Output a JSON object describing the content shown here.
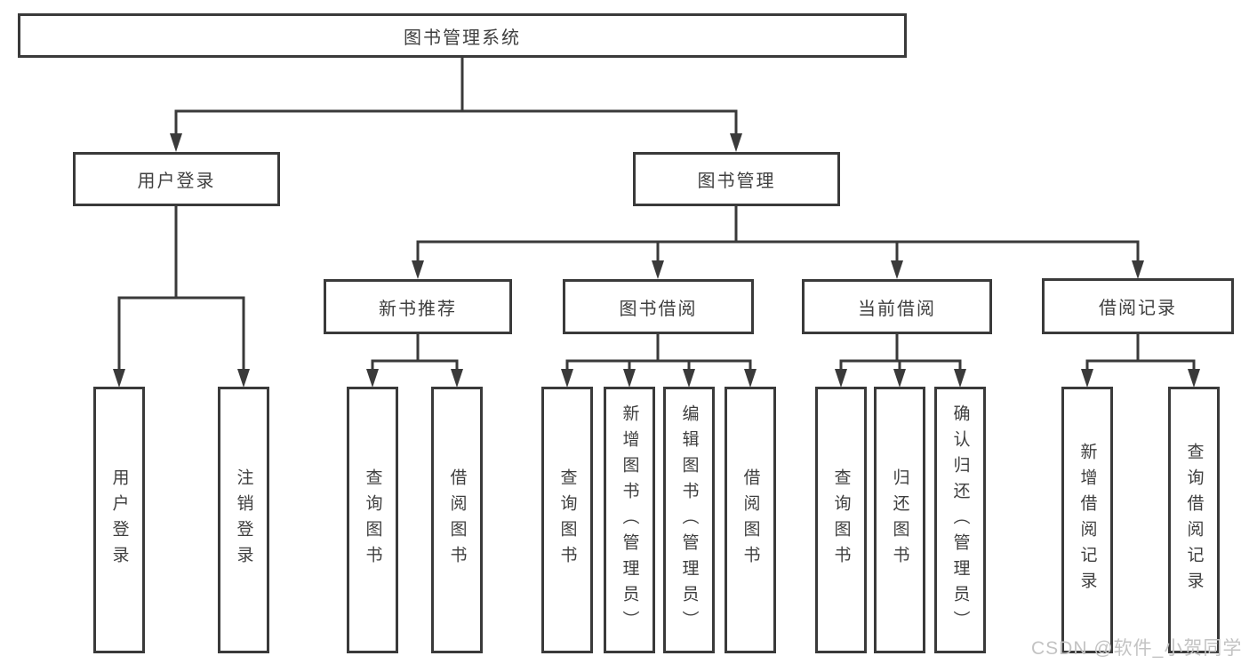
{
  "title": "图书管理系统",
  "watermark": "CSDN @软件_小贺同学",
  "colors": {
    "line": "#3a3a3a",
    "text": "#3f3f3f",
    "watermark": "#c3c3c3",
    "background": "#ffffff"
  },
  "nodes": {
    "root": {
      "label": "图书管理系统"
    },
    "user_login": {
      "label": "用户登录"
    },
    "book_mgmt": {
      "label": "图书管理"
    },
    "new_book_rec": {
      "label": "新书推荐"
    },
    "book_borrow": {
      "label": "图书借阅"
    },
    "current_borrow": {
      "label": "当前借阅"
    },
    "borrow_records": {
      "label": "借阅记录"
    },
    "leaf_user_login": {
      "label": "用户登录"
    },
    "leaf_logout": {
      "label": "注销登录"
    },
    "leaf_nbr_query_book": {
      "label": "查询图书"
    },
    "leaf_nbr_borrow_book": {
      "label": "借阅图书"
    },
    "leaf_bb_query_book": {
      "label": "查询图书"
    },
    "leaf_bb_add_book": {
      "label": "新增图书（管理员）"
    },
    "leaf_bb_edit_book": {
      "label": "编辑图书（管理员）"
    },
    "leaf_bb_borrow_book": {
      "label": "借阅图书"
    },
    "leaf_cb_query_book": {
      "label": "查询图书"
    },
    "leaf_cb_return_book": {
      "label": "归还图书"
    },
    "leaf_cb_confirm_return": {
      "label": "确认归还（管理员）"
    },
    "leaf_br_add_record": {
      "label": "新增借阅记录"
    },
    "leaf_br_query_record": {
      "label": "查询借阅记录"
    }
  },
  "edges": [
    {
      "from": "root",
      "to": "user_login"
    },
    {
      "from": "root",
      "to": "book_mgmt"
    },
    {
      "from": "user_login",
      "to": "leaf_user_login"
    },
    {
      "from": "user_login",
      "to": "leaf_logout"
    },
    {
      "from": "book_mgmt",
      "to": "new_book_rec"
    },
    {
      "from": "book_mgmt",
      "to": "book_borrow"
    },
    {
      "from": "book_mgmt",
      "to": "current_borrow"
    },
    {
      "from": "book_mgmt",
      "to": "borrow_records"
    },
    {
      "from": "new_book_rec",
      "to": "leaf_nbr_query_book"
    },
    {
      "from": "new_book_rec",
      "to": "leaf_nbr_borrow_book"
    },
    {
      "from": "book_borrow",
      "to": "leaf_bb_query_book"
    },
    {
      "from": "book_borrow",
      "to": "leaf_bb_add_book"
    },
    {
      "from": "book_borrow",
      "to": "leaf_bb_edit_book"
    },
    {
      "from": "book_borrow",
      "to": "leaf_bb_borrow_book"
    },
    {
      "from": "current_borrow",
      "to": "leaf_cb_query_book"
    },
    {
      "from": "current_borrow",
      "to": "leaf_cb_return_book"
    },
    {
      "from": "current_borrow",
      "to": "leaf_cb_confirm_return"
    },
    {
      "from": "borrow_records",
      "to": "leaf_br_add_record"
    },
    {
      "from": "borrow_records",
      "to": "leaf_br_query_record"
    }
  ]
}
